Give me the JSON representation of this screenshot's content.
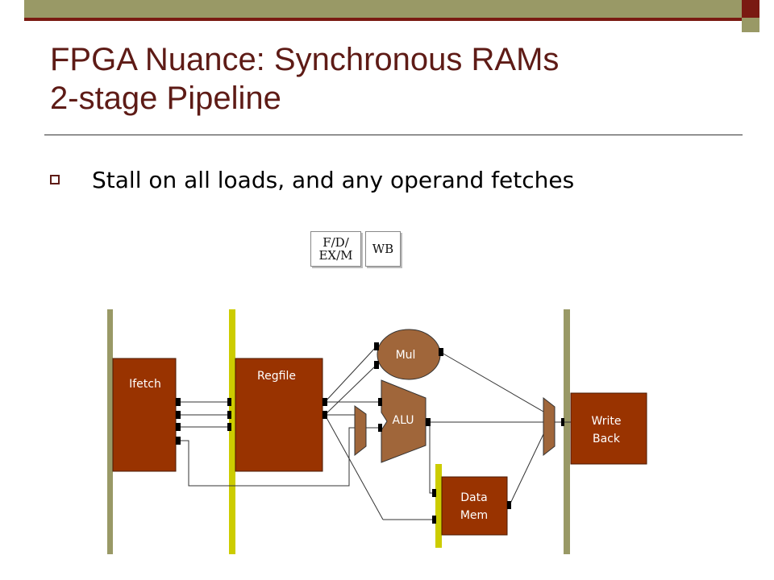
{
  "slide": {
    "title_line1": "FPGA Nuance: Synchronous RAMs",
    "title_line2": "2-stage Pipeline",
    "bullets": [
      "Stall on all loads, and any operand fetches"
    ]
  },
  "pipeline_legend": {
    "stage1": "F/D/ EX/M",
    "stage2": "WB"
  },
  "diagram": {
    "blocks": {
      "ifetch": "Ifetch",
      "regfile": "Regfile",
      "mul": "Mul",
      "alu": "ALU",
      "data_mem_line1": "Data",
      "data_mem_line2": "Mem",
      "write_back_line1": "Write",
      "write_back_line2": "Back"
    },
    "colors": {
      "block": "#993300",
      "functional_unit": "#a0663a",
      "stage_bar_active": "#cccc00",
      "stage_bar_inactive": "#999966",
      "title": "#5e1b16"
    }
  }
}
